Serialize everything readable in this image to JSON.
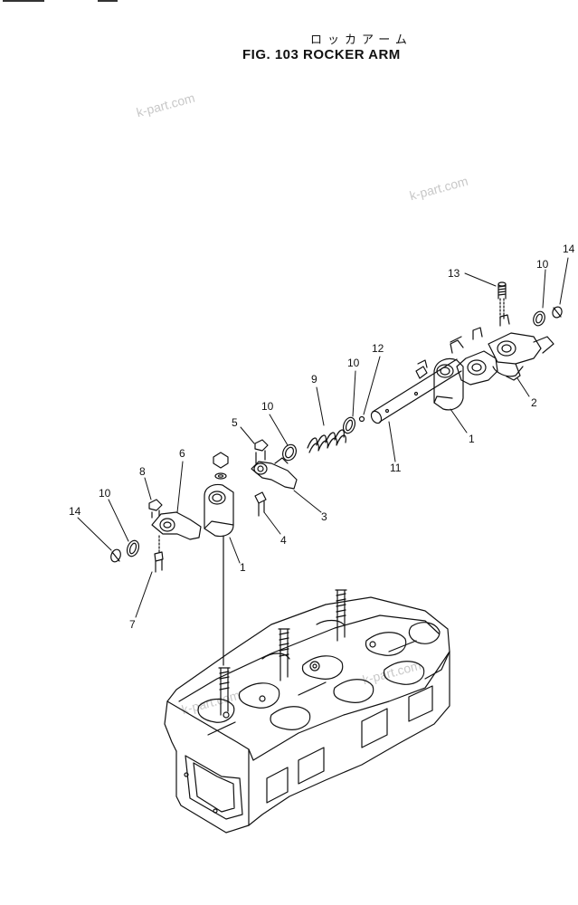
{
  "title": {
    "japanese": "ロッカアーム",
    "english": "FIG. 103  ROCKER ARM"
  },
  "watermarks": [
    "k-part.com",
    "k-part.com",
    "k-part.com",
    "k-part.com"
  ],
  "callouts": {
    "c1a": "1",
    "c1b": "1",
    "c2": "2",
    "c3": "3",
    "c4": "4",
    "c5": "5",
    "c6": "6",
    "c7": "7",
    "c8": "8",
    "c9": "9",
    "c10a": "10",
    "c10b": "10",
    "c10c": "10",
    "c10d": "10",
    "c11": "11",
    "c12": "12",
    "c13": "13",
    "c14a": "14",
    "c14b": "14"
  }
}
